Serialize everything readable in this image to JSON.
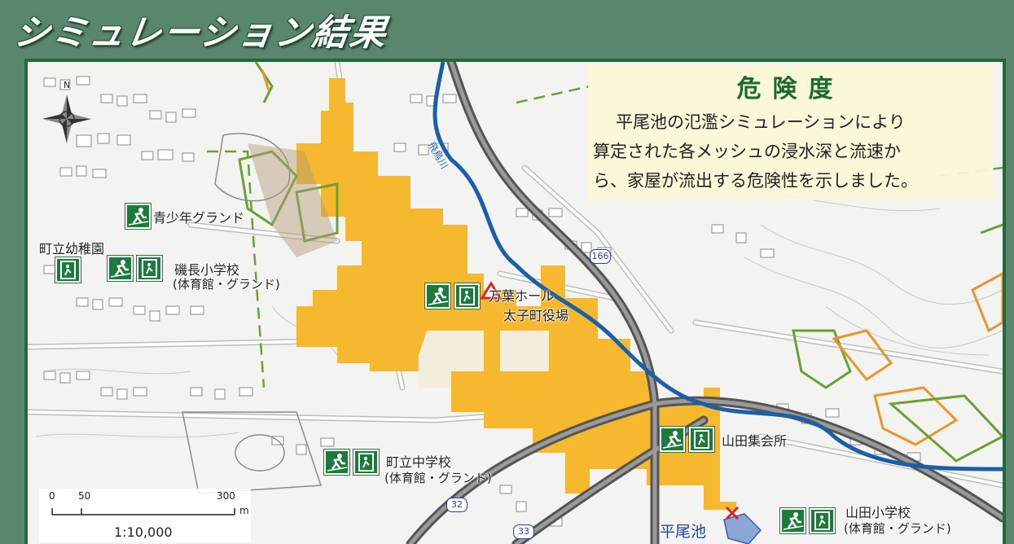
{
  "header": {
    "title": "シミュレーション結果"
  },
  "infobox": {
    "title": "危険度",
    "lines": [
      "平尾池の氾濫シミュレーションにより",
      "算定された各メッシュの浸水深と流速か",
      "ら、家屋が流出する危険性を示しました。"
    ]
  },
  "compass": {
    "north": "N"
  },
  "labels": {
    "youth_ground": "青少年グランド",
    "kindergarten": "町立幼稚園",
    "isonaga_school": "磯長小学校",
    "isonaga_sub": "(体育館・グランド)",
    "manyo_hall": "万葉ホール",
    "town_office": "太子町役場",
    "junior_high": "町立中学校",
    "junior_high_sub": "(体育館・グランド)",
    "yamada_hall": "山田集会所",
    "yamada_school": "山田小学校",
    "yamada_school_sub": "(体育館・グランド)",
    "river": "飛鳥川",
    "pond": "平尾池"
  },
  "routes": {
    "r166": "166",
    "r32": "32",
    "r33": "33"
  },
  "scale": {
    "t0": "0",
    "t50": "50",
    "t300": "300",
    "unit": "m",
    "ratio": "1:10,000"
  },
  "colors": {
    "danger": "#f5b82e",
    "river": "#1b5fa8",
    "highway": "#555555",
    "frame": "#1e6a3a",
    "green_zone": "#6aa034",
    "orange_zone": "#e8952e",
    "brown_zone": "#b39a78"
  },
  "icons": [
    "evacuation-site-run-icon",
    "evacuation-building-icon",
    "town-hall-triangle-icon",
    "pond-x-icon",
    "compass-rose-icon"
  ]
}
